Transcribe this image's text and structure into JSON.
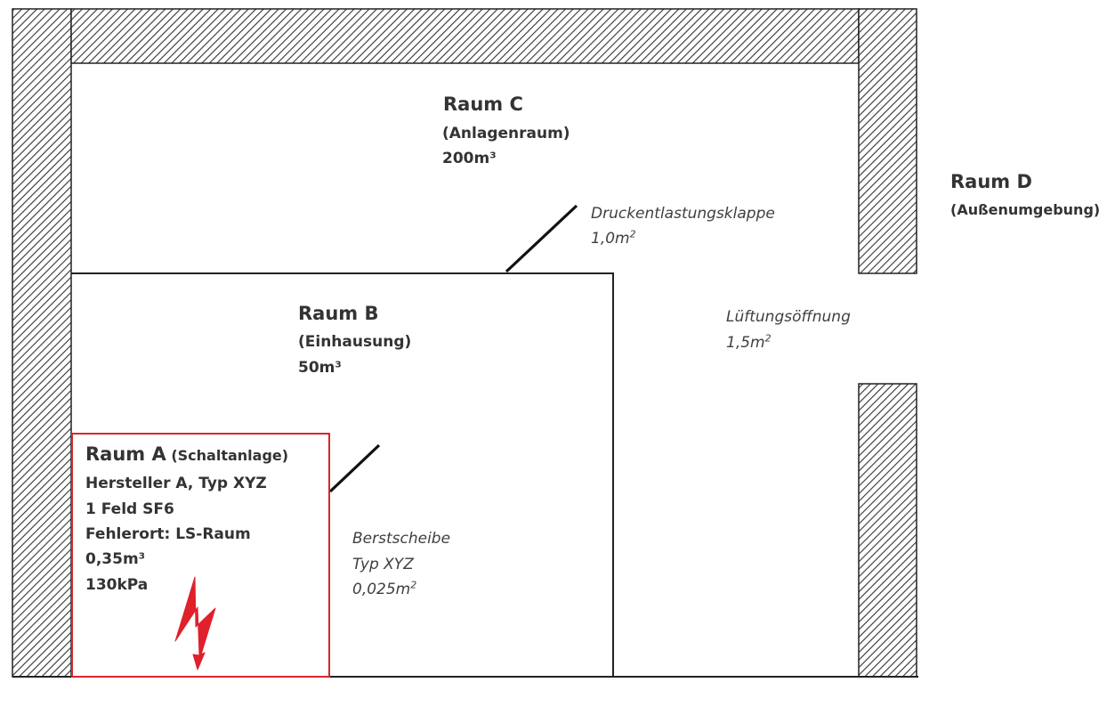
{
  "room_c": {
    "name": "Raum C",
    "desc": "(Anlagenraum)",
    "volume": "200m³"
  },
  "room_d": {
    "name": "Raum D",
    "desc": "(Außenumgebung)"
  },
  "room_b": {
    "name": "Raum B",
    "desc": "(Einhausung)",
    "volume": "50m³"
  },
  "room_a": {
    "name": "Raum A",
    "name_suffix": "(Schaltanlage)",
    "line1": "Hersteller A, Typ XYZ",
    "line2": "1 Feld SF6",
    "line3": "Fehlerort: LS-Raum",
    "line4": "0,35m³",
    "line5": "130kPa"
  },
  "pressure_flap": {
    "name": "Druckentlastungsklappe",
    "area": "1,0m",
    "exp": "2"
  },
  "vent_opening": {
    "name": "Lüftungsöffnung",
    "area": "1,5m",
    "exp": "2"
  },
  "burst_disc": {
    "name": "Berstscheibe",
    "type": "Typ XYZ",
    "area": "0,025m",
    "exp": "2"
  },
  "colors": {
    "wall": "#333333",
    "fault_box": "#d9262c",
    "lightning": "#e0202a"
  }
}
